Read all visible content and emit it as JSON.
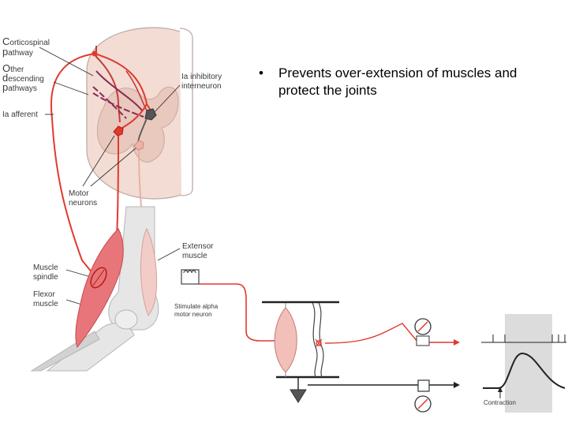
{
  "slide": {
    "bullet_marker": "•",
    "bullet_text": "Prevents over-extension of muscles and protect the joints"
  },
  "labels": {
    "corticospinal_line1": "orticospinal",
    "corticospinal_cap1": "C",
    "corticospinal_line2_cap": "p",
    "corticospinal_line2": "athway",
    "other_cap": "O",
    "other": "ther",
    "descending_cap": "d",
    "descending": "escending",
    "pathways_cap": "p",
    "pathways": "athways",
    "ia_afferent": "Ia afferent",
    "ia_inhibitory_1": "Ia inhibitory",
    "ia_inhibitory_2": "interneuron",
    "motor_1": "Motor",
    "motor_2": "neurons",
    "extensor_1": "Extensor",
    "extensor_2": "muscle",
    "muscle_spindle_1": "Muscle",
    "muscle_spindle_2": "spindle",
    "flexor_1": "Flexor",
    "flexor_2": "muscle",
    "stimulate_1": "Stimulate alpha",
    "stimulate_2": "motor neuron",
    "contraction": "Contraction"
  },
  "colors": {
    "accent_red": "#e03a2e",
    "muscle_red": "#e8757a",
    "cord_fill": "#f3dcd4",
    "gray_fill": "#dcdcdc",
    "dark_gray": "#555555"
  }
}
